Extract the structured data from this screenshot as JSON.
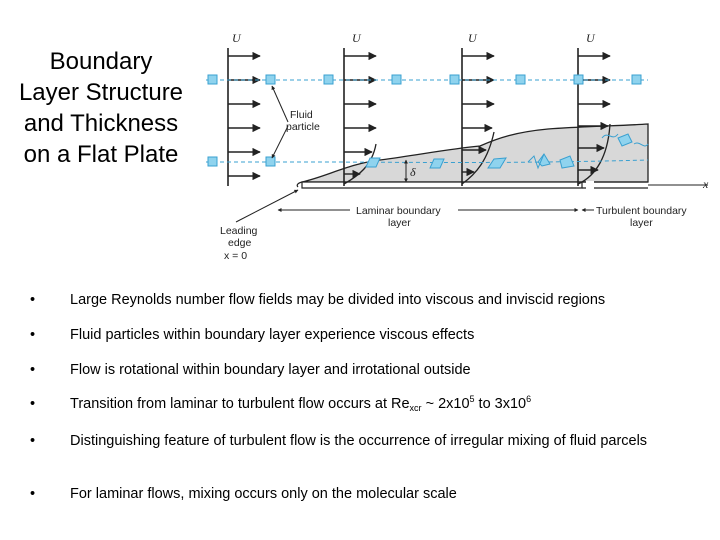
{
  "slide": {
    "title_lines": [
      "Boundary",
      "Layer Structure",
      "and Thickness",
      "on a Flat Plate"
    ]
  },
  "diagram": {
    "free_stream_label": "U",
    "fluid_particle_label": [
      "Fluid",
      "particle"
    ],
    "delta_label": "δ",
    "x_axis_label": "x",
    "laminar_label": [
      "Laminar boundary",
      "layer"
    ],
    "turbulent_label": [
      "Turbulent boundary",
      "layer"
    ],
    "leading_edge_label": [
      "Leading",
      "edge",
      "x = 0"
    ],
    "colors": {
      "boundary_layer_fill": "#d8d8d8",
      "particle_fill": "#8fd3ee",
      "streamline": "#3aa0d0",
      "line": "#222222"
    }
  },
  "bullets": [
    {
      "text": "Large Reynolds number flow fields may be divided into viscous and inviscid regions"
    },
    {
      "text": "Fluid particles within boundary layer experience viscous effects"
    },
    {
      "text": "Flow is rotational within boundary layer and irrotational  outside"
    },
    {
      "pre": "Transition from laminar to turbulent flow occurs at  Re",
      "sub": "xcr",
      "mid1": " ~ 2x10",
      "sup1": "5",
      "mid2": " to 3x10",
      "sup2": "6"
    },
    {
      "text": "Distinguishing feature of turbulent flow is the occurrence of irregular mixing of fluid parcels"
    },
    {
      "text": "For laminar flows, mixing occurs only on the molecular scale"
    }
  ],
  "bullet_glyph": "•"
}
